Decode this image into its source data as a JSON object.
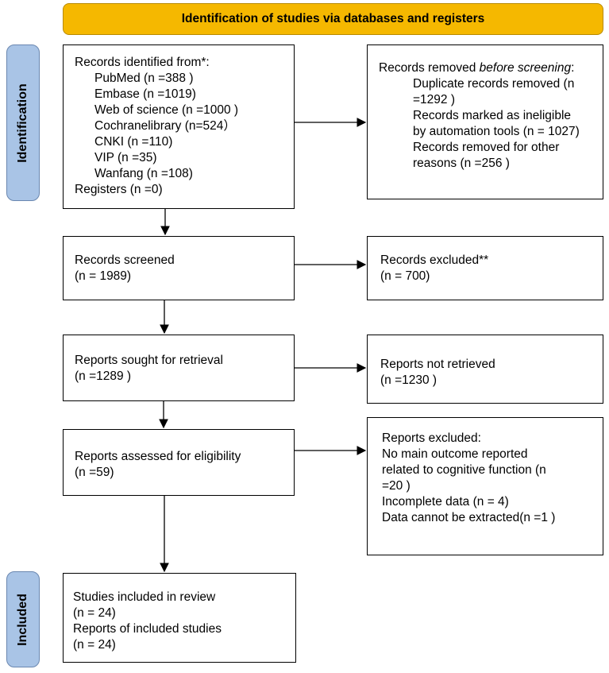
{
  "header": {
    "title": "Identification of studies via databases and registers"
  },
  "phases": {
    "identification": "Identification",
    "included": "Included"
  },
  "identified": {
    "heading": "Records identified from*:",
    "sources": [
      "PubMed (n =388 )",
      "Embase (n =1019)",
      "Web of science  (n =1000 )",
      "Cochranelibrary (n=524）",
      "CNKI (n =110)",
      "VIP (n =35)",
      "Wanfang (n =108)"
    ],
    "registers": "Registers (n =0)"
  },
  "removed": {
    "heading_prefix": "Records removed ",
    "heading_emph": "before screening",
    "heading_suffix": ":",
    "items": [
      "Duplicate records removed  (n",
      "=1292 )",
      "Records marked as ineligible",
      "by automation tools (n = 1027)",
      "Records removed for other",
      "reasons (n =256 )"
    ]
  },
  "screened": {
    "lines": [
      "Records screened",
      "(n = 1989)"
    ]
  },
  "excluded": {
    "lines": [
      "Records excluded**",
      "(n = 700)"
    ]
  },
  "sought": {
    "lines": [
      "Reports sought for retrieval",
      "(n =1289 )"
    ]
  },
  "not_retrieved": {
    "lines": [
      "Reports not retrieved",
      "(n =1230 )"
    ]
  },
  "assessed": {
    "lines": [
      "Reports assessed for eligibility",
      "(n =59)"
    ]
  },
  "reports_excluded": {
    "lines": [
      "Reports excluded:",
      "No main outcome reported",
      "related to cognitive function (n",
      "=20 )",
      "Incomplete data (n = 4)",
      "Data cannot be extracted(n =1 )"
    ]
  },
  "included": {
    "lines": [
      "Studies included in review",
      "(n = 24)",
      "Reports of included studies",
      "(n = 24)"
    ]
  }
}
